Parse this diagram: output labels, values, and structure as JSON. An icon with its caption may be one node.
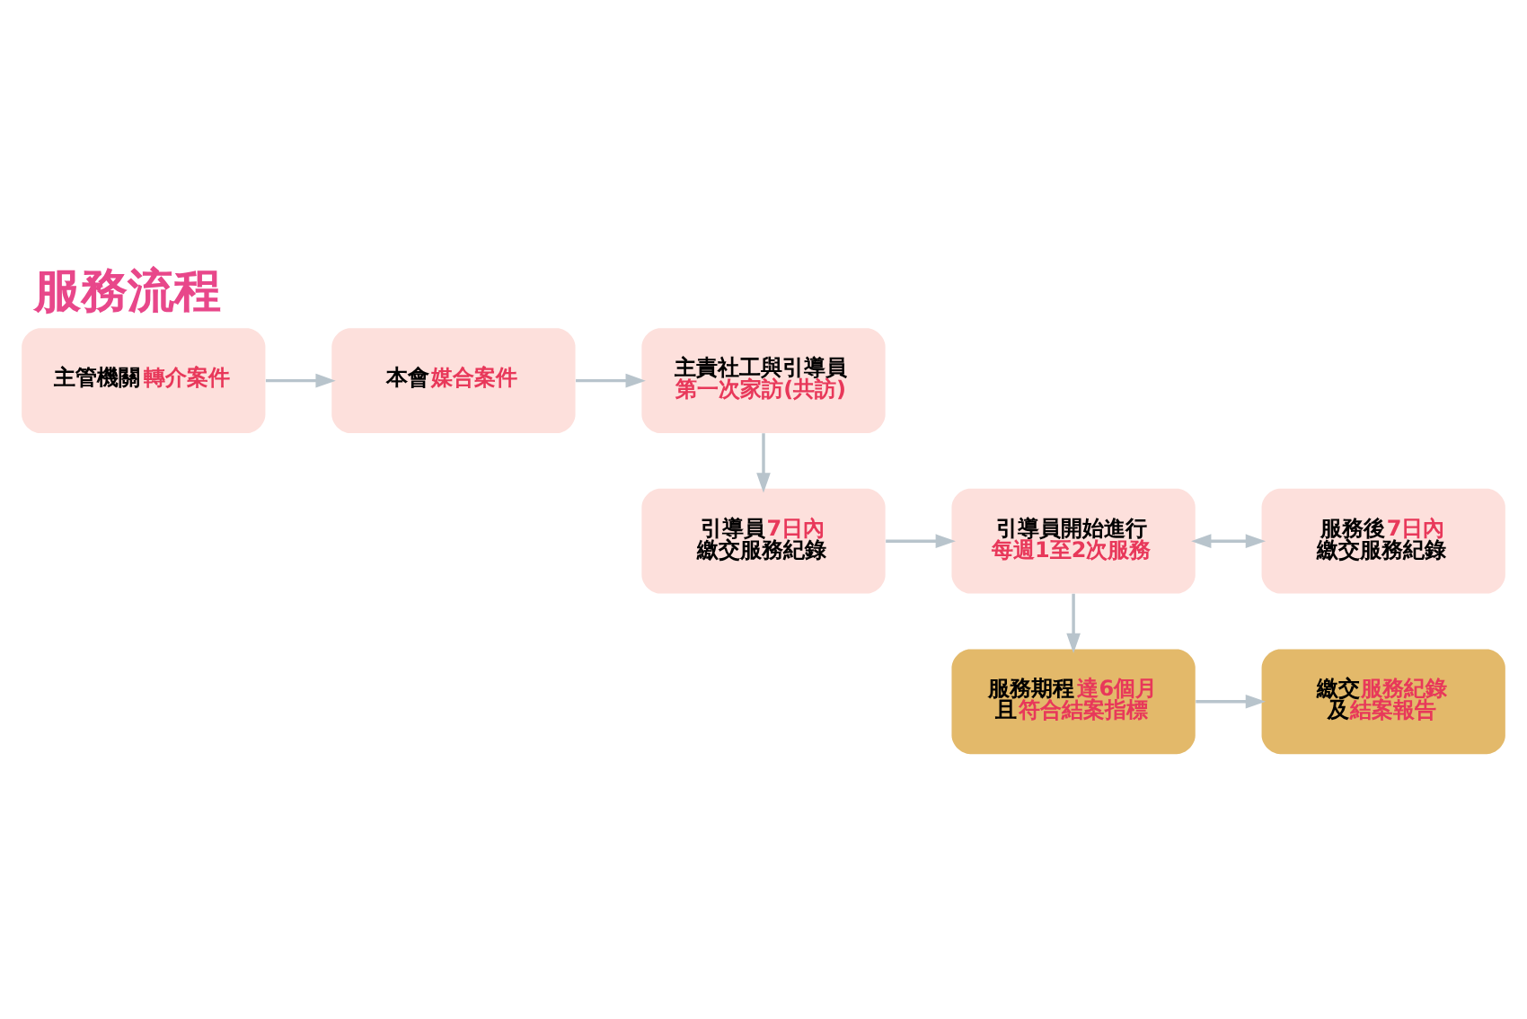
{
  "diagram": {
    "title": "服務流程",
    "nodes": [
      {
        "text": [
          "主管機關**轉介案件**"
        ]
      },
      {
        "text": [
          "本會**媒合案件**"
        ]
      },
      {
        "text": [
          "主責社工與引導員",
          "**第一次家訪(共訪)**"
        ]
      },
      {
        "text": [
          "服務後**7日內**",
          "繳交服務紀錄"
        ]
      },
      {
        "text": [
          "引導員開始進行",
          "**每週1至2次服務**"
        ]
      },
      {
        "text": [
          "引導員**7日內**",
          "繳交服務紀錄"
        ]
      },
      {
        "text": [
          "服務期程**達6個月**",
          "且**符合結案指標**"
        ]
      },
      {
        "text": [
          "繳交**服務紀錄**",
          "及**結案報告**"
        ]
      }
    ],
    "edges": [
      {
        "from": 0,
        "to": 1,
        "arrow": "to"
      },
      {
        "from": 1,
        "to": 2,
        "arrow": "to"
      },
      {
        "from": 2,
        "to": 5,
        "arrow": "to"
      },
      {
        "from": 5,
        "to": 4,
        "arrow": "to"
      },
      {
        "from": 4,
        "to": 3,
        "arrow": "both"
      },
      {
        "from": 4,
        "to": 6,
        "arrow": "to"
      },
      {
        "from": 6,
        "to": 7,
        "arrow": "to"
      }
    ]
  }
}
